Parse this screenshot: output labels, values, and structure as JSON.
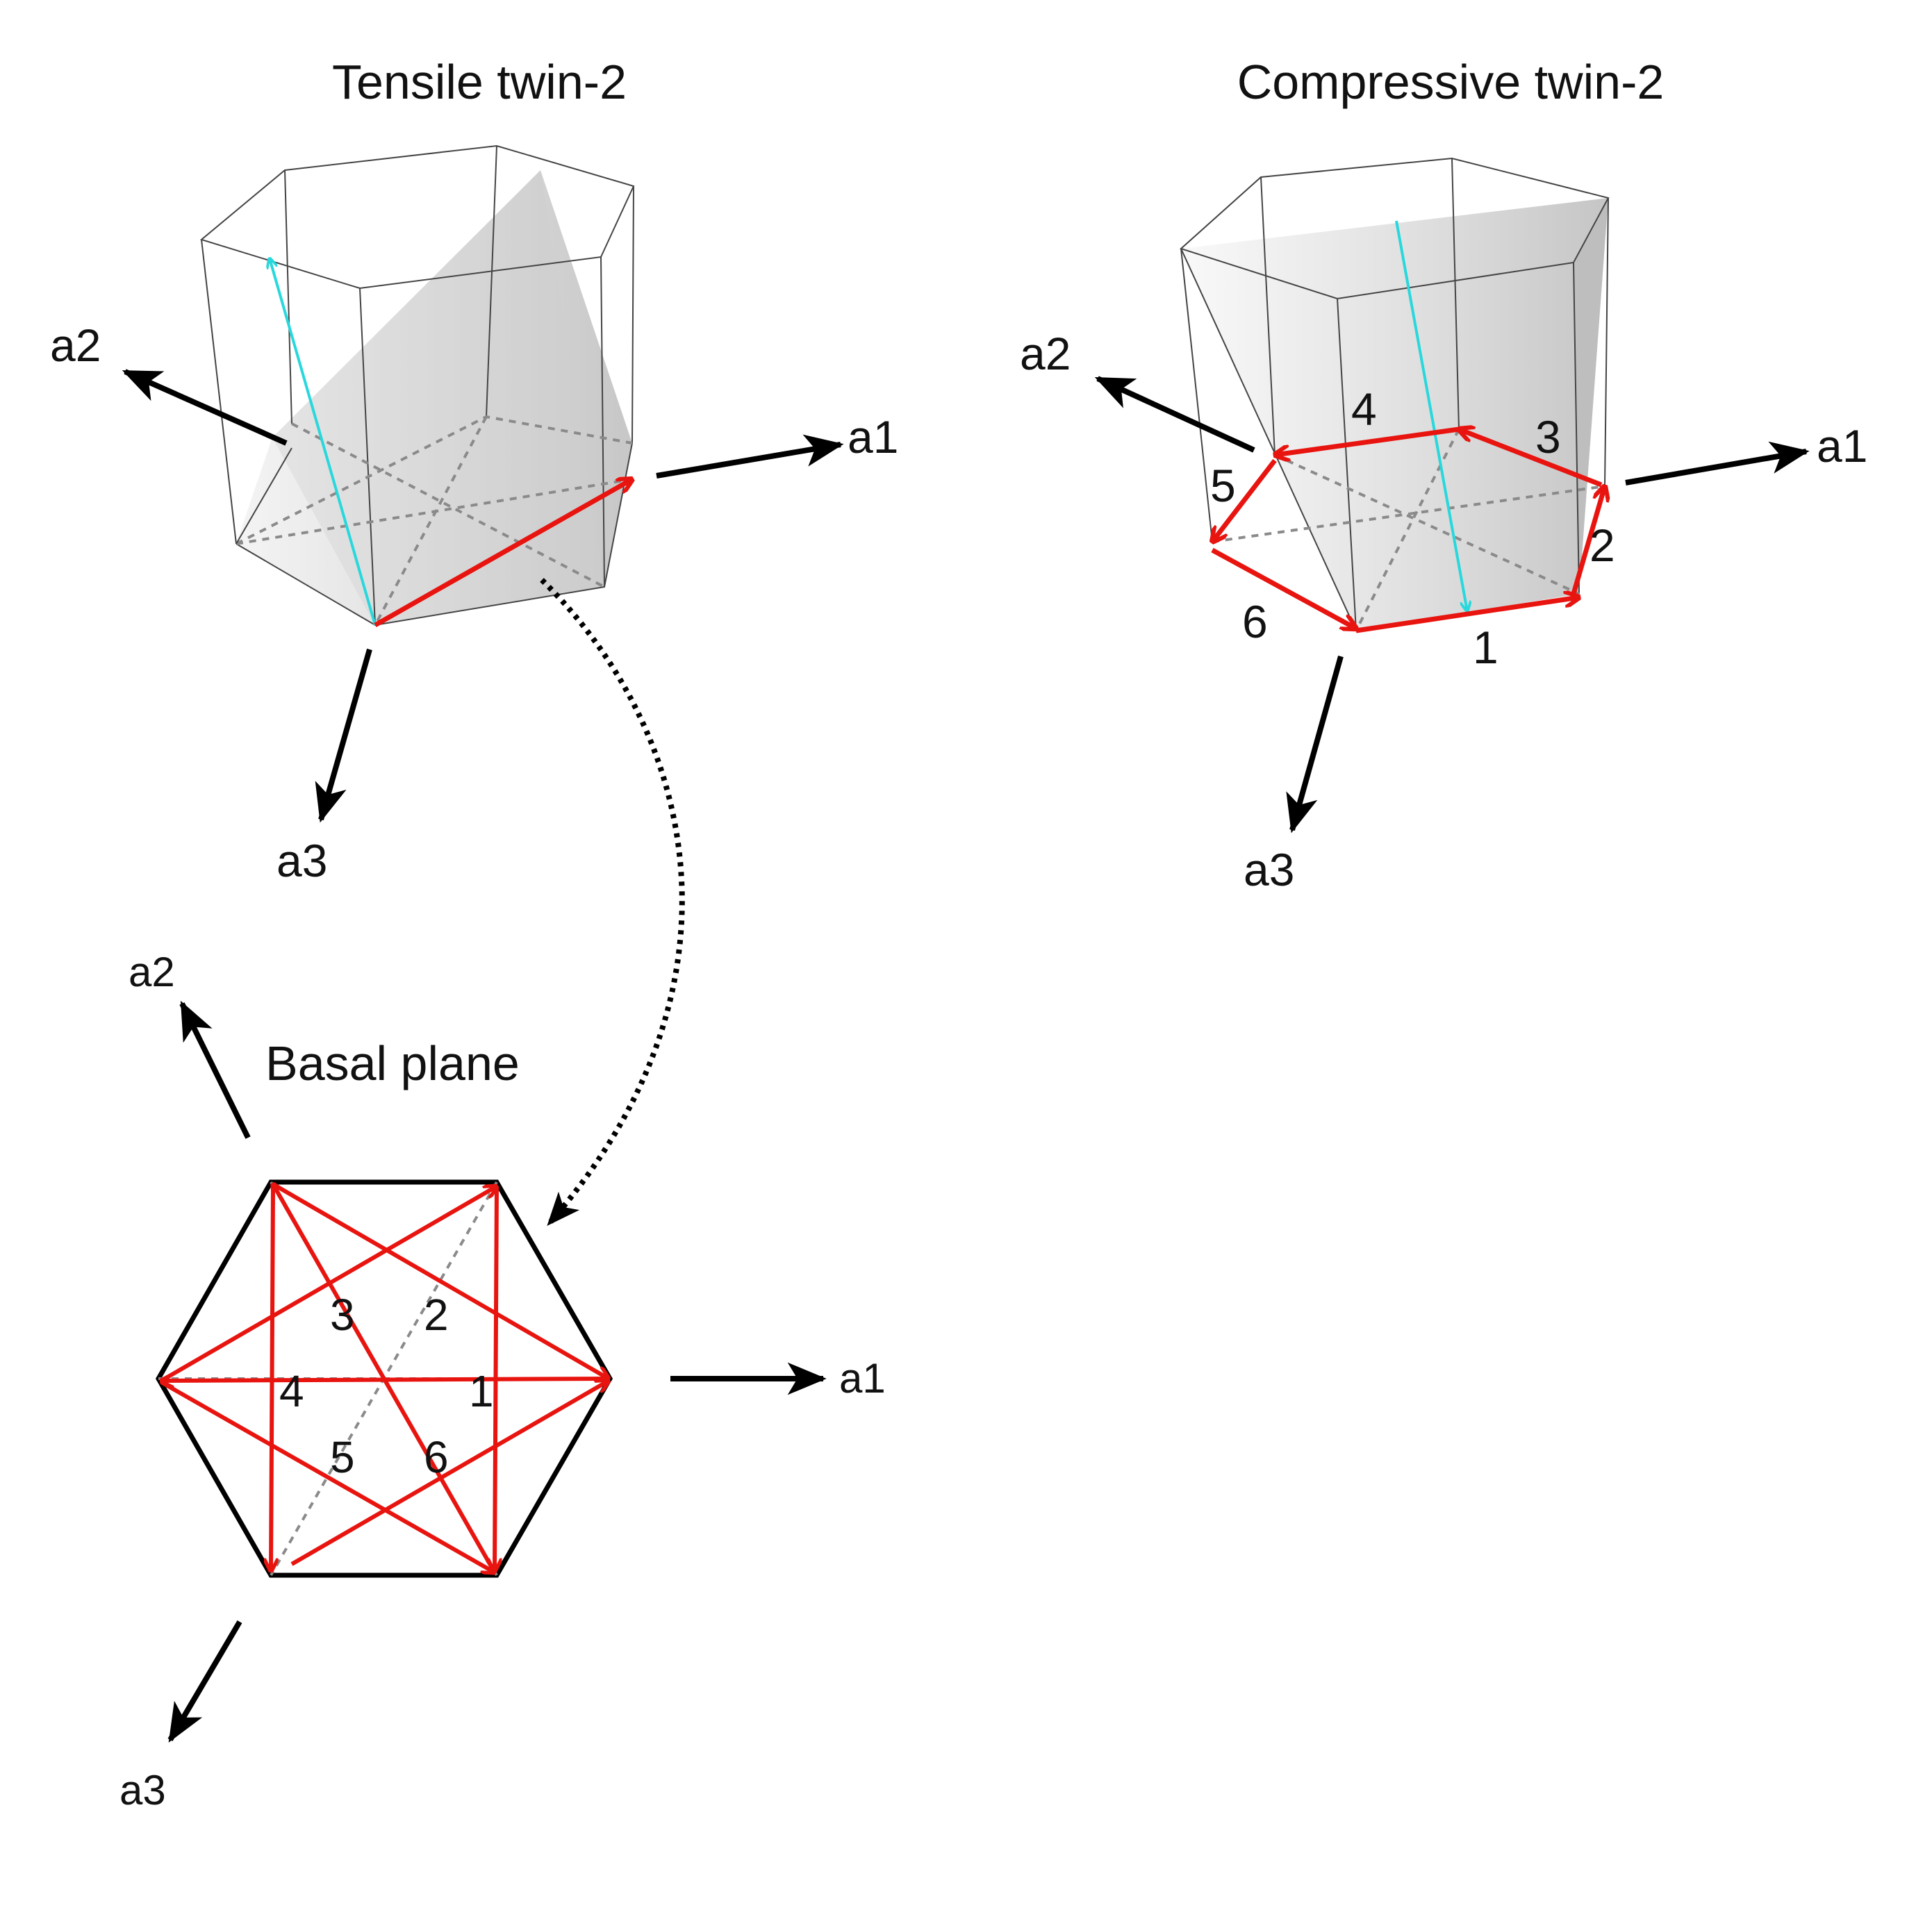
{
  "panels": {
    "tensile": {
      "title": "Tensile twin-2",
      "axes": {
        "a1": "a1",
        "a2": "a2",
        "a3": "a3"
      }
    },
    "compressive": {
      "title": "Compressive twin-2",
      "axes": {
        "a1": "a1",
        "a2": "a2",
        "a3": "a3"
      },
      "edge_numbers": [
        "1",
        "2",
        "3",
        "4",
        "5",
        "6"
      ]
    },
    "basal": {
      "title": "Basal plane",
      "axes": {
        "a1": "a1",
        "a2": "a2",
        "a3": "a3"
      },
      "direction_numbers": [
        "1",
        "2",
        "3",
        "4",
        "5",
        "6"
      ]
    }
  },
  "colors": {
    "twin_vector": "#e8140f",
    "shear_direction": "#28d8dc",
    "twin_plane_fill": "#bdbdbd",
    "axis_arrow": "#000000"
  }
}
